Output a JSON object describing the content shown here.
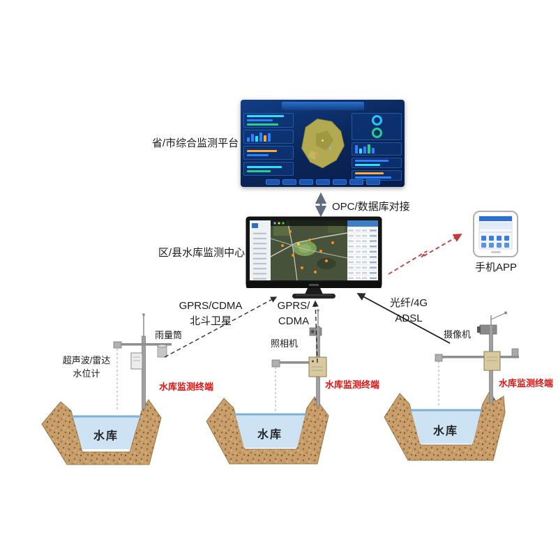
{
  "diagram": {
    "platform_label": "省/市综合监测平台",
    "opc_label": "OPC/数据库对接",
    "center_label": "区/县水库监测中心",
    "phone_label": "手机APP",
    "links": {
      "left_line1": "GPRS/CDMA",
      "left_line2": "北斗卫星",
      "mid_line1": "GPRS/",
      "mid_line2": "CDMA",
      "right_line1": "光纤/4G",
      "right_line2": "ADSL"
    },
    "stations": {
      "left": {
        "rain_gauge": "雨量筒",
        "sensor_line1": "超声波/雷达",
        "sensor_line2": "水位计",
        "terminal": "水库监测终端",
        "reservoir": "水库"
      },
      "middle": {
        "camera": "照相机",
        "terminal": "水库监测终端",
        "reservoir": "水库"
      },
      "right": {
        "camera": "摄像机",
        "terminal": "水库监测终端",
        "reservoir": "水库"
      }
    },
    "colors": {
      "terminal_label": "#e01212",
      "app_link_arrow": "#c43b3b",
      "uplink_arrow": "#2e2e2e",
      "opc_arrow": "#5d6f80",
      "water": "#cde2f3",
      "soil": "#c89e6b",
      "dashboard_bg": "#0a2558"
    }
  }
}
